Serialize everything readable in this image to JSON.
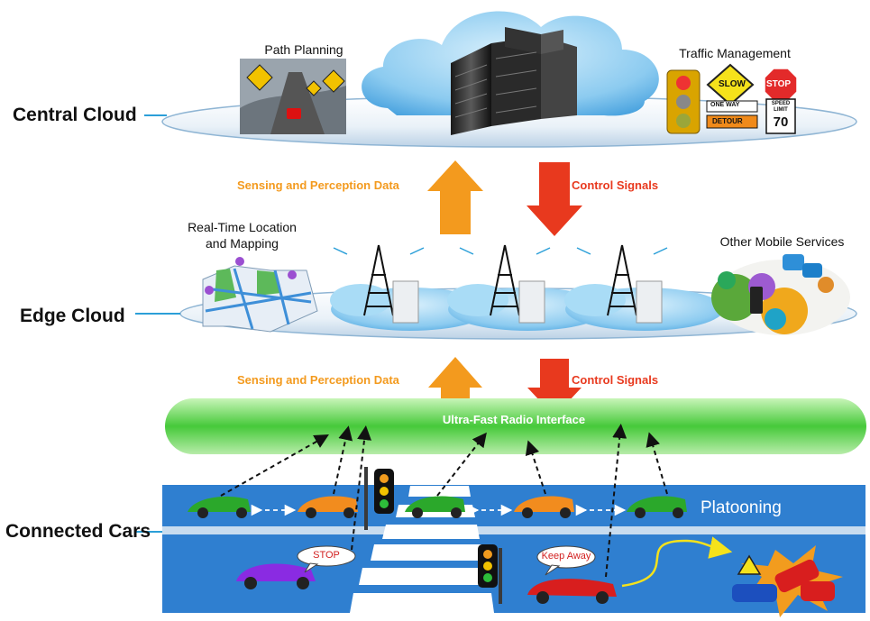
{
  "layers": {
    "central": "Central Cloud",
    "edge": "Edge Cloud",
    "cars": "Connected Cars"
  },
  "central_cloud": {
    "path_planning": "Path Planning",
    "traffic_management": "Traffic Management",
    "signs": {
      "slow": "SLOW",
      "stop": "STOP",
      "one_way": "ONE WAY",
      "detour": "DETOUR",
      "speed_limit": "SPEED LIMIT",
      "speed_value": "70"
    }
  },
  "edge_cloud": {
    "rtlm_line1": "Real-Time Location",
    "rtlm_line2": "and Mapping",
    "other_services": "Other Mobile Services"
  },
  "flows": {
    "sensing_upper": "Sensing and Perception Data",
    "control_upper": "Control Signals",
    "sensing_lower": "Sensing and Perception Data",
    "control_lower": "Control Signals"
  },
  "radio_interface": "Ultra-Fast Radio Interface",
  "road": {
    "platooning": "Platooning",
    "stop_bubble": "STOP",
    "keep_away_bubble": "Keep Away"
  },
  "colors": {
    "sensing": "#f39a1e",
    "control": "#e8391e",
    "road": "#2f7fd0",
    "radio": "#3cc43c",
    "cloud": "#7fc3ec"
  }
}
